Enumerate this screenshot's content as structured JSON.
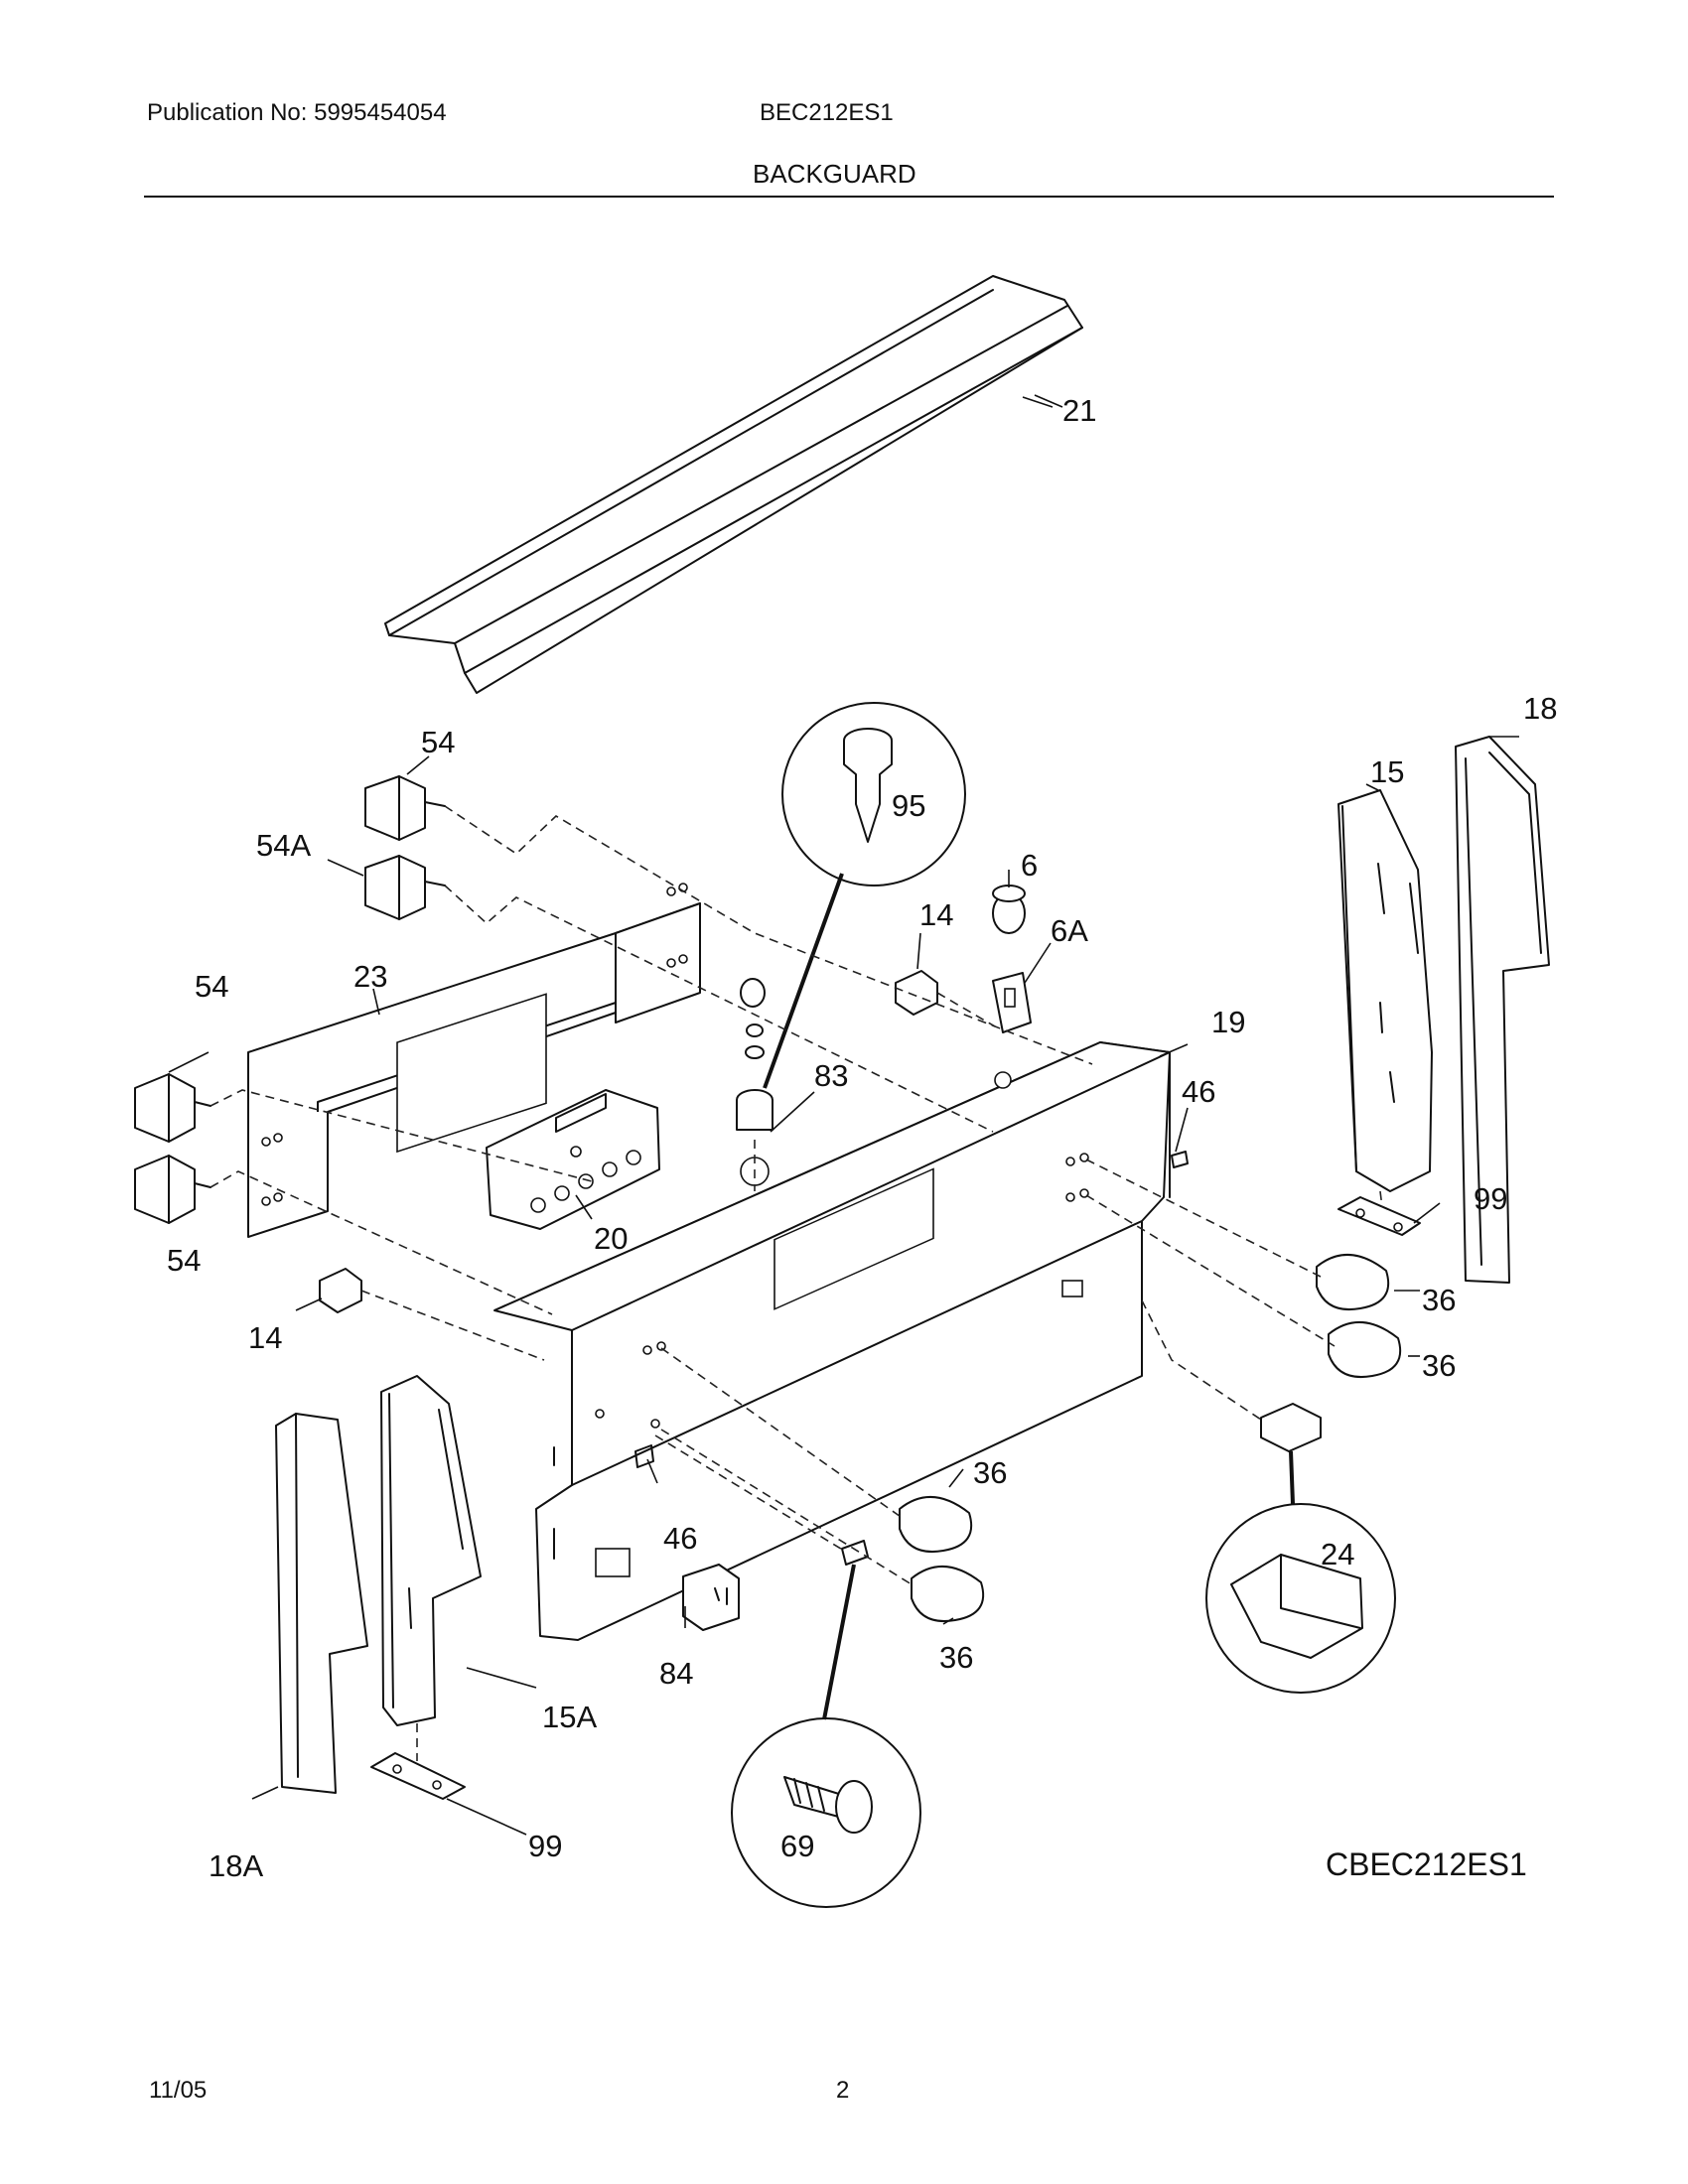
{
  "header": {
    "publication": "Publication No: 5995454054",
    "model": "BEC212ES1",
    "section": "BACKGUARD"
  },
  "diagram": {
    "code": "CBEC212ES1",
    "callouts": {
      "c21": "21",
      "c18": "18",
      "c15": "15",
      "c54_top": "54",
      "c54a": "54A",
      "c95": "95",
      "c6": "6",
      "c6a": "6A",
      "c14_top": "14",
      "c19": "19",
      "c54_left": "54",
      "c23": "23",
      "c83": "83",
      "c46_right": "46",
      "c99_right": "99",
      "c54_bottom": "54",
      "c20": "20",
      "c36_r1": "36",
      "c36_r2": "36",
      "c14_left": "14",
      "c36_m1": "36",
      "c46_mid": "46",
      "c24": "24",
      "c84": "84",
      "c36_m2": "36",
      "c15a": "15A",
      "c69": "69",
      "c18a": "18A",
      "c99_left": "99"
    }
  },
  "footer": {
    "date": "11/05",
    "page": "2"
  }
}
